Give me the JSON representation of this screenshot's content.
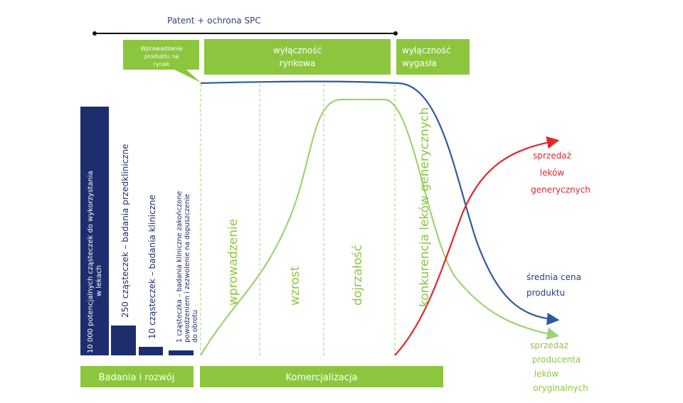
{
  "patent_label": "Patent + ochrona SPC",
  "top_boxes": {
    "launch": [
      "Wprowadzenie",
      "produktu na",
      "rynek"
    ],
    "exclusivity": [
      "wyłączność",
      "rynkowa"
    ],
    "expired": [
      "wyłączność",
      "wygasła"
    ]
  },
  "bars": [
    {
      "value": 10000,
      "label": [
        "10 000 potencjalnych cząsteczek do wykorzystania",
        "w lekach"
      ]
    },
    {
      "value": 250,
      "label": [
        "250 cząsteczek – badania przedkliniczne"
      ]
    },
    {
      "value": 10,
      "label": [
        "10 cząsteczek – badania kliniczne"
      ]
    },
    {
      "value": 1,
      "label": [
        "1 cząsteczka – badania kliniczne zakończone",
        "powodzeniem i zezwolenie na dopuszczenie",
        "do obrotu"
      ]
    }
  ],
  "stages": [
    "wprowadzenie",
    "wzrost",
    "dojrzałość",
    "konkurencja leków generycznych"
  ],
  "bottom_boxes": {
    "rd": "Badania i rozwój",
    "commercial": "Komercjalizacja"
  },
  "curve_labels": {
    "generic_sales": [
      "sprzedaż",
      "leków",
      "generycznych"
    ],
    "avg_price": [
      "średnia cena",
      "produktu"
    ],
    "original_sales": [
      "sprzedaż",
      "producenta",
      "leków",
      "oryginalnych"
    ]
  },
  "colors": {
    "green": "#8cc63f",
    "navy": "#1e2d6e",
    "blue": "#2b5c9c",
    "red": "#e3262a",
    "light_green": "#9ed372"
  }
}
